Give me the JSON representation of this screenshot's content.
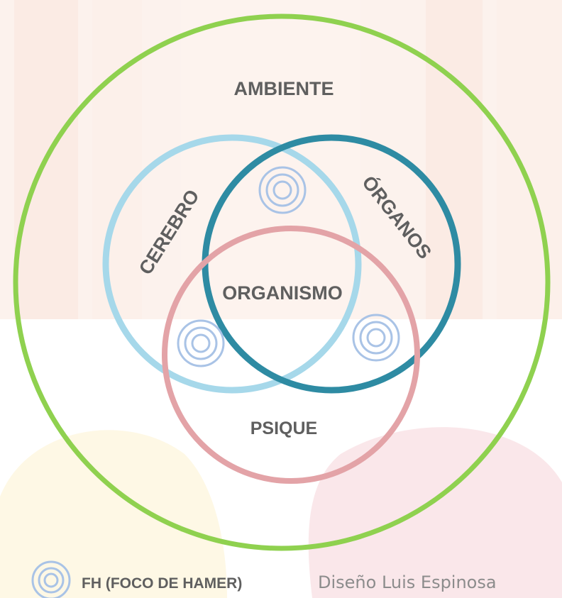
{
  "diagram": {
    "outer_label": "AMBIENTE",
    "circles": [
      {
        "id": "cerebro",
        "label": "CEREBRO",
        "color": "#a6d8ea"
      },
      {
        "id": "organos",
        "label": "ÓRGANOS",
        "color": "#2e8ba3"
      },
      {
        "id": "psique",
        "label": "PSIQUE",
        "color": "#e3a3a7"
      }
    ],
    "center_label": "ORGANISMO",
    "outer_color": "#8fd14f",
    "focus_symbol_color": "#a9c3e6"
  },
  "legend": {
    "symbol": "concentric-rings-icon",
    "label": "FH (FOCO DE HAMER)"
  },
  "credit": "Diseño Luis Espinosa"
}
